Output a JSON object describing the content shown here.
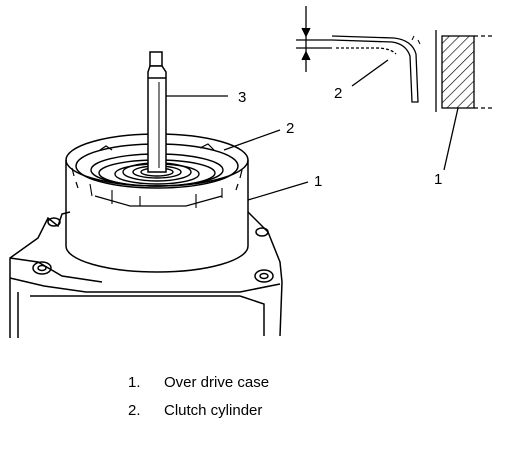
{
  "callouts": {
    "main_shaft": "3",
    "main_cylinder": "2",
    "main_case": "1",
    "detail_cylinder": "2",
    "detail_case": "1"
  },
  "legend": [
    {
      "num": "1.",
      "text": "Over drive case"
    },
    {
      "num": "2.",
      "text": "Clutch cylinder"
    }
  ]
}
